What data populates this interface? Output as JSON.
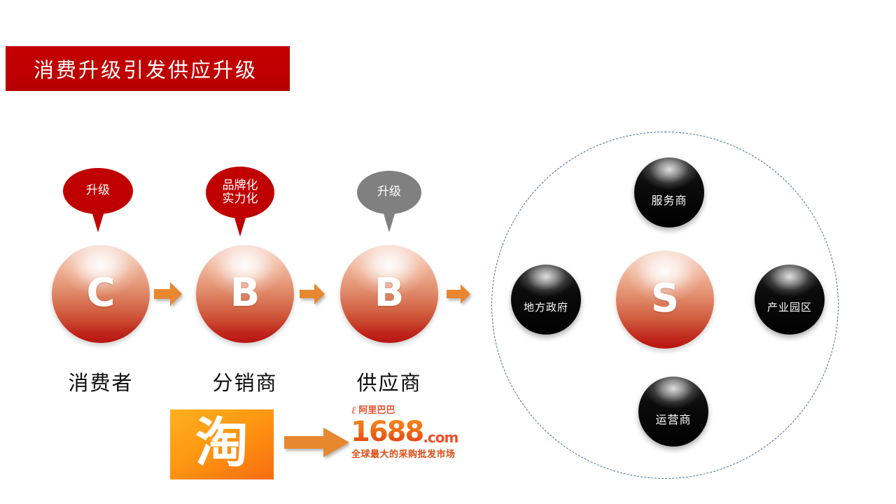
{
  "slide": {
    "title": "消费升级引发供应升级",
    "title_bg_color": "#C00000"
  },
  "chain": {
    "nodes": [
      {
        "glyph": "C",
        "label": "消费者"
      },
      {
        "glyph": "B",
        "label": "分销商"
      },
      {
        "glyph": "B",
        "label": "供应商"
      }
    ],
    "callouts": [
      {
        "text": "升级",
        "color": "#C00000",
        "style": "red"
      },
      {
        "text": "品牌化\n实力化",
        "color": "#C00000",
        "style": "red"
      },
      {
        "text": "升级",
        "color": "#808080",
        "style": "gray"
      }
    ],
    "arrow_color": "#E8872E"
  },
  "ecosystem": {
    "center": {
      "glyph": "S"
    },
    "circle_color": "#3F6690",
    "partners": [
      {
        "label": "服务商",
        "position": "top"
      },
      {
        "label": "地方政府",
        "position": "left"
      },
      {
        "label": "产业园区",
        "position": "right"
      },
      {
        "label": "运营商",
        "position": "bottom"
      }
    ]
  },
  "logos": {
    "taobao": {
      "character": "淘",
      "bg_color": "#FF8A12"
    },
    "alibaba1688": {
      "brand": "阿里巴巴",
      "mark": "ℓ",
      "number": "1688",
      "domain": ".com",
      "tagline": "全球最大的采购批发市场",
      "color": "#E8512A"
    }
  }
}
